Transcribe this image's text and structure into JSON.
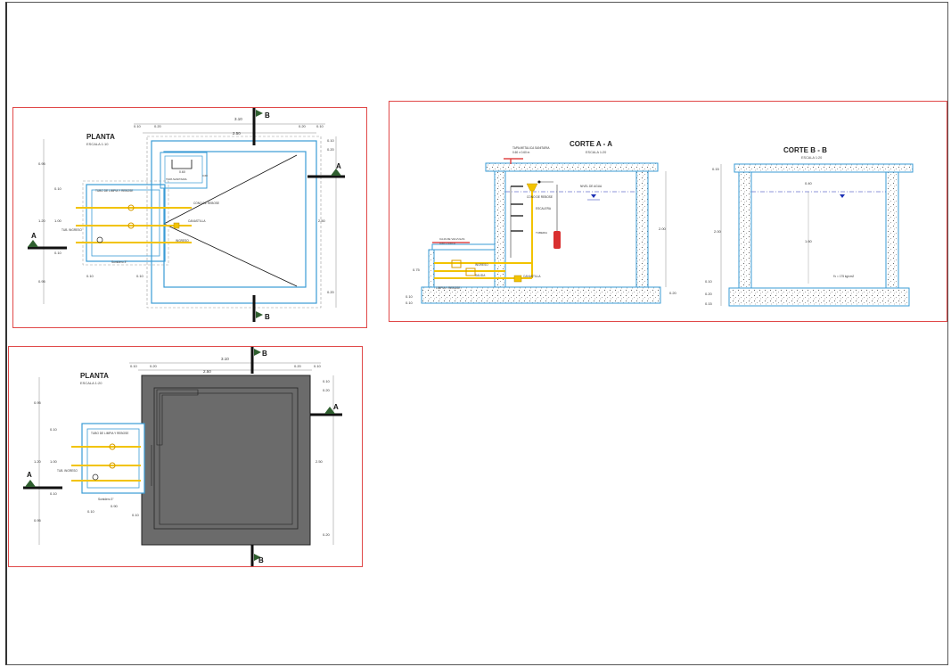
{
  "colors": {
    "frame_red": "#e04848",
    "wall_blue": "#3a9bd5",
    "pipe_yellow": "#f2c300",
    "concrete_gray": "#6b6b6b",
    "marker_green": "#2f5f2f",
    "water_blue": "#1b2fb5"
  },
  "plan1": {
    "title": "PLANTA",
    "scale": "ESCALA 1:10",
    "dims_top": [
      "0.10",
      "0.20",
      "3.10",
      "2.50",
      "0.20",
      "0.10"
    ],
    "dims_left": [
      "0.95",
      "0.10",
      "1.00",
      "1.20",
      "0.10",
      "0.95"
    ],
    "dims_right": [
      "0.10",
      "0.20",
      "2.50",
      "0.20"
    ],
    "dims_bottom": [
      "0.10",
      "0.10",
      "0.80"
    ],
    "labels": {
      "tubo_limpia": "TUBO DE LIMPIA Y REBOSE",
      "tub_ingreso": "TUB. INGRESO",
      "cono_rebose": "CONO DE REBOSE",
      "canastilla": "CANASTILLA",
      "ingreso": "INGRESO",
      "tapa": "0.60",
      "tapa_label": "TAPA SANITARIA",
      "tapa_dim": "0.60",
      "sumidero": "Sumidero 3\""
    },
    "section_a": "A",
    "section_b": "B"
  },
  "plan2": {
    "title": "PLANTA",
    "scale": "ESCALA 1:20",
    "dims_top": [
      "0.10",
      "0.20",
      "3.10",
      "2.50",
      "0.20",
      "0.10"
    ],
    "dims_left": [
      "0.95",
      "0.10",
      "1.00",
      "1.20",
      "0.10",
      "0.95"
    ],
    "dims_right": [
      "0.10",
      "0.20",
      "2.50",
      "0.20"
    ],
    "dims_bottom": [
      "0.10",
      "0.90",
      "0.10"
    ],
    "labels": {
      "tubo_limpia": "TUBO DE LIMPIA Y REBOSE",
      "tub_ingreso": "TUB. INGRESO",
      "sumidero": "Sumidero 3\""
    },
    "section_a": "A",
    "section_b": "B"
  },
  "corte_a": {
    "title": "CORTE A - A",
    "scale": "ESCALA 1:20",
    "labels": {
      "tapa": "TAPA METALICA SANITARIA",
      "tapa_dim": "0.60 x 0.60 m",
      "cono_rebose": "CONO DE REBOSE",
      "nivel_agua": "NIVEL DE AGUA",
      "escalera": "ESCALERA",
      "tuberia": "TUBERIA",
      "ingreso": "INGRESO",
      "salida": "SALIDA",
      "limpia": "LIMPIA Y REBOSE",
      "canastilla": "CANASTILLA",
      "caja": "CAJA DE VALVULAS",
      "caja_dim": "0.60 x 0.60 m"
    },
    "dims": [
      "2.00",
      "0.20",
      "0.75",
      "0.10",
      "0.10"
    ]
  },
  "corte_b": {
    "title": "CORTE B - B",
    "scale": "ESCALA 1:20",
    "labels": {
      "bl": "0.40",
      "h": "1.60",
      "fc": "f'c = 175 kg/cm2"
    },
    "dims": [
      "0.15",
      "2.00",
      "0.10",
      "0.20",
      "0.15"
    ]
  }
}
